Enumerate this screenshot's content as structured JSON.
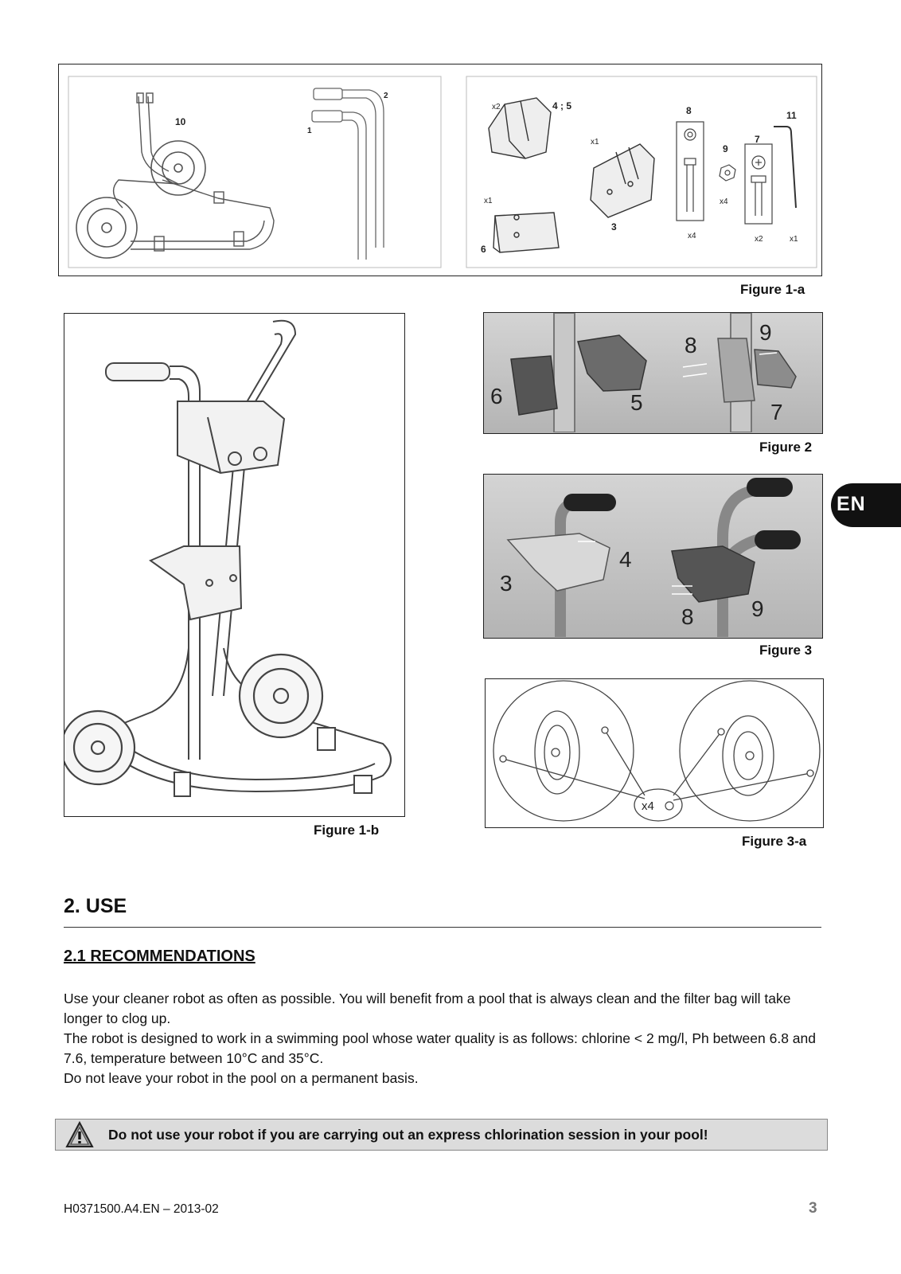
{
  "figure_1a": {
    "caption": "Figure 1-a",
    "part_labels": [
      "10",
      "1",
      "2",
      "4 ; 5",
      "8",
      "9",
      "7",
      "11",
      "3",
      "6"
    ],
    "quantity_labels": [
      "x2",
      "x1",
      "x1",
      "x4",
      "x4",
      "x2",
      "x1"
    ]
  },
  "figure_1b": {
    "caption": "Figure 1-b"
  },
  "figure_2": {
    "caption": "Figure 2",
    "labels": [
      "6",
      "5",
      "8",
      "9",
      "7"
    ]
  },
  "figure_3": {
    "caption": "Figure 3",
    "labels": [
      "3",
      "4",
      "8",
      "9"
    ]
  },
  "figure_3a": {
    "caption": "Figure 3-a",
    "qty_label": "x4"
  },
  "lang_tab": "EN",
  "section": {
    "title": "2. USE",
    "subsection_title": "2.1 RECOMMENDATIONS",
    "paragraphs": [
      "Use your cleaner robot as often as possible. You will benefit from a pool that is always clean and the filter bag will take longer to clog up.",
      "The robot is designed to work in a swimming pool whose water quality is as follows: chlorine < 2 mg/l, Ph between 6.8 and 7.6, temperature between 10°C and 35°C.",
      "Do not leave your robot in the pool on a permanent basis."
    ]
  },
  "warning": {
    "icon": "warning-triangle-icon",
    "text": "Do not use your robot if you are carrying out an express chlorination session in your pool!"
  },
  "footer": {
    "doc_ref": "H0371500.A4.EN – 2013-02",
    "page_number": "3"
  }
}
